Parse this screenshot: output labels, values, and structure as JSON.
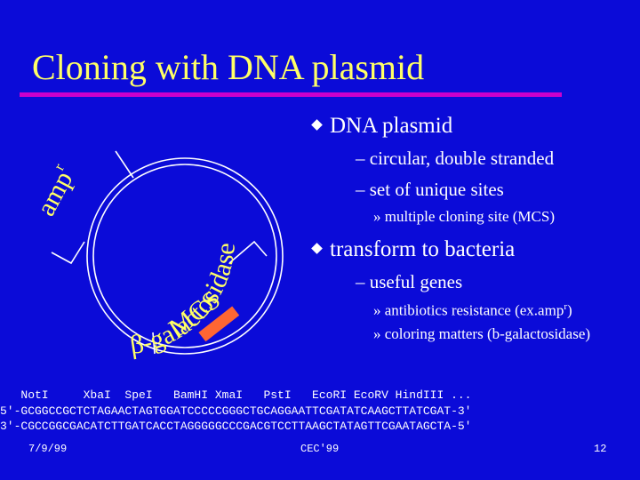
{
  "title": "Cloning with DNA plasmid",
  "colors": {
    "background": "#0b0bd8",
    "title": "#ffff66",
    "underline": "#cc00cc",
    "text": "#ffffff",
    "mcs_box": "#ff6633"
  },
  "diagram": {
    "label_amp": "amp",
    "label_amp_sup": "r",
    "label_gal": "β-galactosidase",
    "label_mcs": "MCS"
  },
  "bullets": {
    "b1": "DNA plasmid",
    "b1_sub1": "– circular, double stranded",
    "b1_sub2": "– set of unique sites",
    "b1_sub2_sub": "» multiple cloning site (MCS)",
    "b2": "transform to bacteria",
    "b2_sub1": "– useful genes",
    "b2_sub1_a_pre": "» antibiotics resistance (ex.amp",
    "b2_sub1_a_sup": "r",
    "b2_sub1_a_post": ")",
    "b2_sub1_b": "» coloring matters (b-galactosidase)"
  },
  "sequence": {
    "sites": "   NotI     XbaI  SpeI   BamHI XmaI   PstI   EcoRI EcoRV HindIII ...",
    "strand_top": "5'-GCGGCCGCTCTAGAACTAGTGGATCCCCCGGGCTGCAGGAATTCGATATCAAGCTTATCGAT-3'",
    "strand_bottom": "3'-CGCCGGCGACATCTTGATCACCTAGGGGGCCCGACGTCCTTAAGCTATAGTTCGAATAGCTA-5'"
  },
  "footer": {
    "date": "7/9/99",
    "center": "CEC'99",
    "page": "12"
  }
}
